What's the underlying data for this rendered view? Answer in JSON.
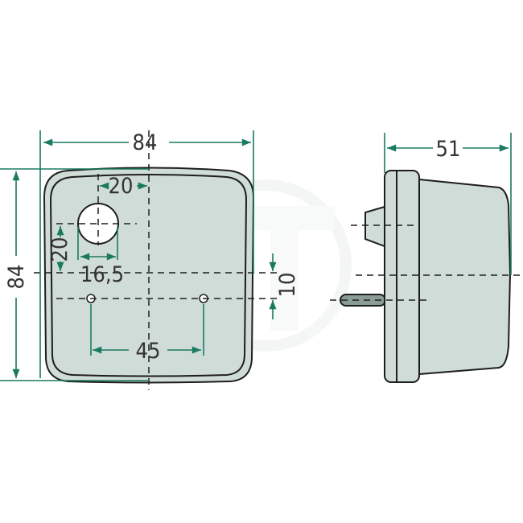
{
  "colors": {
    "dimension": "#1a7a60",
    "body_fill": "#d0dcd8",
    "outline": "#1e1e1e",
    "pin_fill": "#8a9c96"
  },
  "front_view": {
    "width_label": "84",
    "height_label": "84",
    "hole_offset_x_label": "20",
    "hole_offset_y_label": "20",
    "hole_diameter_label": "16,5",
    "mount_spacing_label": "45",
    "mount_offset_label": "10"
  },
  "side_view": {
    "depth_label": "51"
  }
}
